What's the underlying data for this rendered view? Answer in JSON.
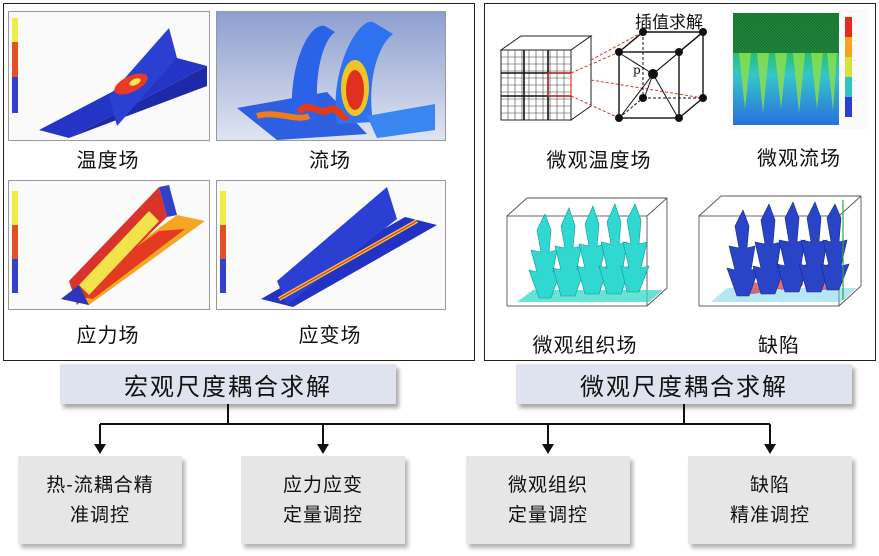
{
  "macro": {
    "labels": [
      "温度场",
      "流场",
      "应力场",
      "应变场"
    ],
    "banner": "宏观尺度耦合求解"
  },
  "micro": {
    "interp_label": "插值求解",
    "point_label": "p",
    "labels": [
      "微观温度场",
      "微观流场",
      "微观组织场",
      "缺陷"
    ],
    "banner": "微观尺度耦合求解"
  },
  "outcomes": [
    {
      "line1": "热-流耦合精",
      "line2": "准调控"
    },
    {
      "line1": "应力应变",
      "line2": "定量调控"
    },
    {
      "line1": "微观组织",
      "line2": "定量调控"
    },
    {
      "line1": "缺陷",
      "line2": "精准调控"
    }
  ]
}
